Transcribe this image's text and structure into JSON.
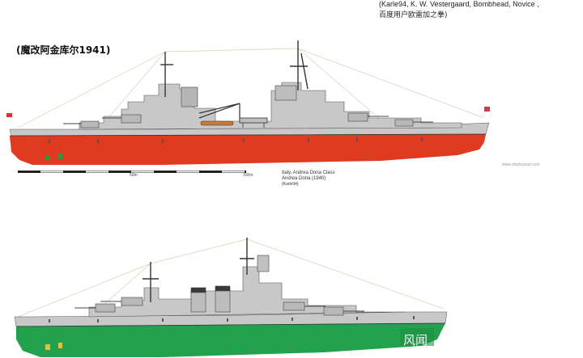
{
  "header": {
    "credits_line1": "(Karle94, K. W. Vestergaard, Bombhead, Novice ,",
    "credits_line2": "百度用户欧雷加之拳)",
    "title": "(魔改阿金库尔1941)"
  },
  "upper_ship": {
    "watermark_site": "www.shipbucket.com",
    "caption_line1": "Italy, Andrea Doria Class",
    "caption_line2": "Andrea Doria (1940)",
    "caption_line3": "(Karle94)",
    "scale_label_mid": "50m",
    "scale_label_end": "100m",
    "hull_color": "#e03a20",
    "upperworks_color": "#c8c8c8"
  },
  "lower_ship": {
    "hull_color": "#22a24e",
    "upperworks_color": "#c8c8c8",
    "watermark": "风闻"
  }
}
